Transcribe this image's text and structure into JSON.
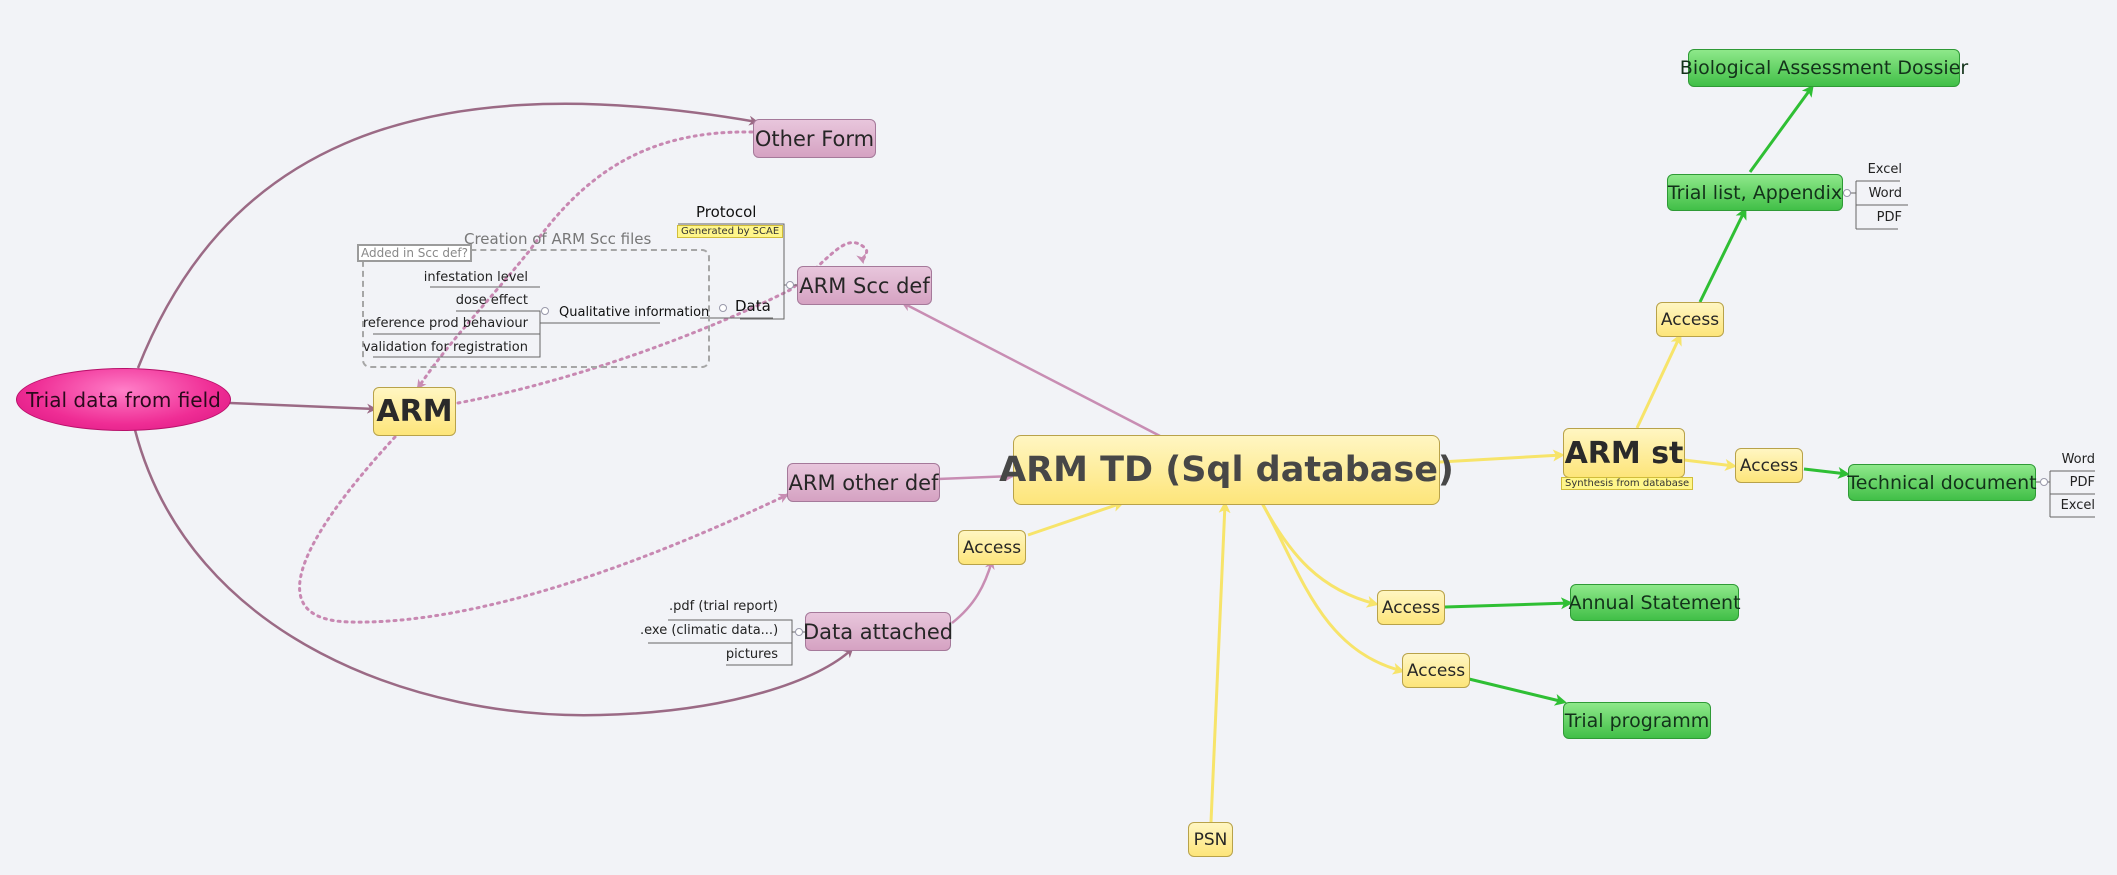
{
  "nodes": {
    "center": "ARM TD (Sql database)",
    "arm": "ARM",
    "trial_data": "Trial data from field",
    "other_form": "Other Form",
    "arm_scc_def": "ARM Scc def",
    "arm_other_def": "ARM other def",
    "data_attached": "Data attached",
    "arm_st": "ARM st",
    "access_data": "Access",
    "access_trial_list": "Access",
    "access_technical": "Access",
    "access_annual": "Access",
    "access_programm": "Access",
    "psn": "PSN",
    "bio_dossier": "Biological Assessment Dossier",
    "trial_list": "Trial list, Appendix",
    "technical_doc": "Technical document",
    "annual_statement": "Annual Statement",
    "trial_programm": "Trial programm"
  },
  "tags": {
    "generated_by_scae": "Generated by SCAE",
    "synthesis": "Synthesis from database"
  },
  "labels": {
    "protocol": "Protocol",
    "data": "Data",
    "qualitative": "Qualitative information"
  },
  "boundary": {
    "title": "Creation of ARM Scc files",
    "tag": "Added in Scc def?",
    "items": [
      "infestation level",
      "dose effect",
      "reference prod behaviour",
      "validation for registration"
    ]
  },
  "attachments": [
    ".pdf (trial report)",
    ".exe (climatic data...)",
    "pictures"
  ],
  "trial_list_formats": [
    "Excel",
    "Word",
    "PDF"
  ],
  "technical_formats": [
    "Word",
    "PDF",
    "Excel"
  ],
  "colors": {
    "background": "#f2f3f7",
    "pink_topic": "#d5a2c2",
    "yellow_topic": "#fde57a",
    "green_topic": "#41bf47",
    "root_topic": "#ef2d95",
    "mauve_connector": "#9b6a85",
    "pink_connector": "#c88db3",
    "yellow_connector": "#f7e46a",
    "green_connector": "#2fbf34"
  }
}
